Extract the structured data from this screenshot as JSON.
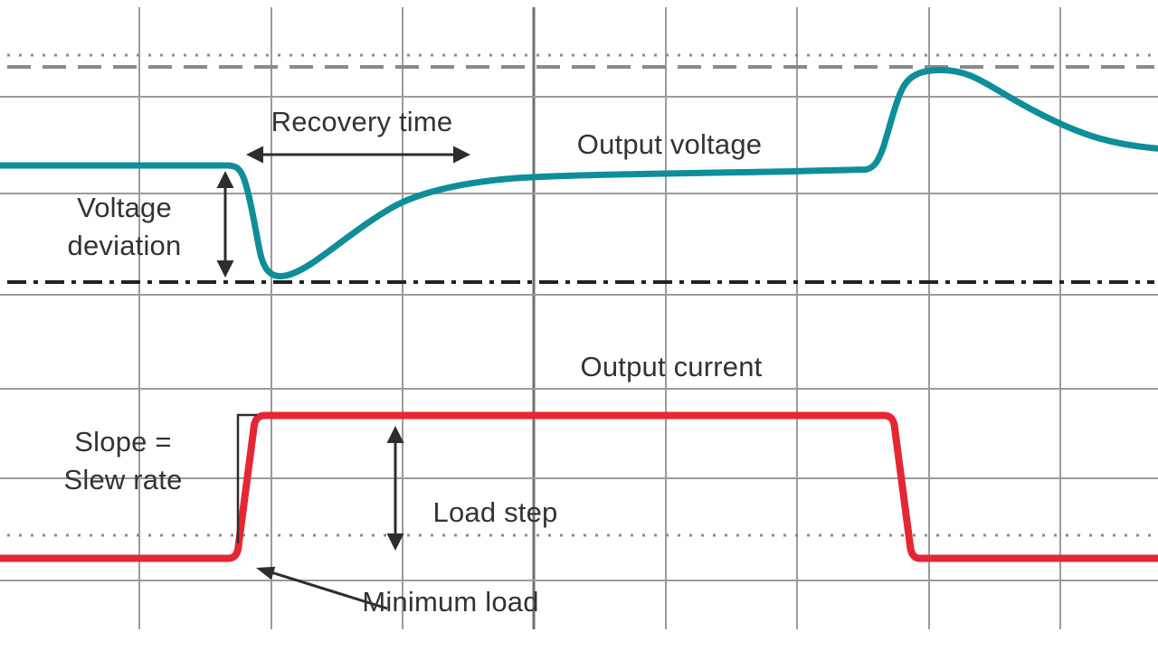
{
  "figure_labels": {
    "recovery_time": "Recovery time",
    "output_voltage": "Output voltage",
    "voltage_deviation_1": "Voltage",
    "voltage_deviation_2": "deviation",
    "output_current": "Output current",
    "slope_1": "Slope =",
    "slope_2": "Slew rate",
    "load_step": "Load step",
    "minimum_load": "Minimum load"
  },
  "colors": {
    "background": "#ffffff",
    "voltage_trace": "#0e8e98",
    "current_trace": "#e52733",
    "grid": "#9b9b9b",
    "grid_major": "#6f6f6f",
    "reference_dotted": "#8c8c8c",
    "reference_dashed": "#8a8a8a",
    "reference_dashdot": "#222222",
    "annotation": "#2d2d2d",
    "text": "#333333"
  },
  "chart_data": {
    "type": "line",
    "title": "",
    "xlabel": "",
    "ylabel": "",
    "grid": "on",
    "series": [
      {
        "name": "Output voltage",
        "color": "#0e8e98",
        "style": "solid",
        "shape": "flat, sharp dip at load step, gradual recovery with slow ramp, overshoot peak at load release, settles back down"
      },
      {
        "name": "Output current",
        "color": "#e52733",
        "style": "solid",
        "shape": "low flat (minimum load), fast rising step, high flat, fast falling step back to minimum load"
      }
    ],
    "reference_lines": [
      {
        "name": "top-dotted-reference",
        "style": "dotted"
      },
      {
        "name": "top-dashed-reference",
        "style": "dashed"
      },
      {
        "name": "dash-dot-reference-at-dip-level",
        "style": "dash-dot"
      },
      {
        "name": "bottom-dotted-reference-at-minimum-load-level",
        "style": "dotted"
      }
    ],
    "annotations": [
      "Recovery time",
      "Voltage deviation",
      "Output voltage",
      "Output current",
      "Slope = Slew rate",
      "Load step",
      "Minimum load"
    ]
  }
}
